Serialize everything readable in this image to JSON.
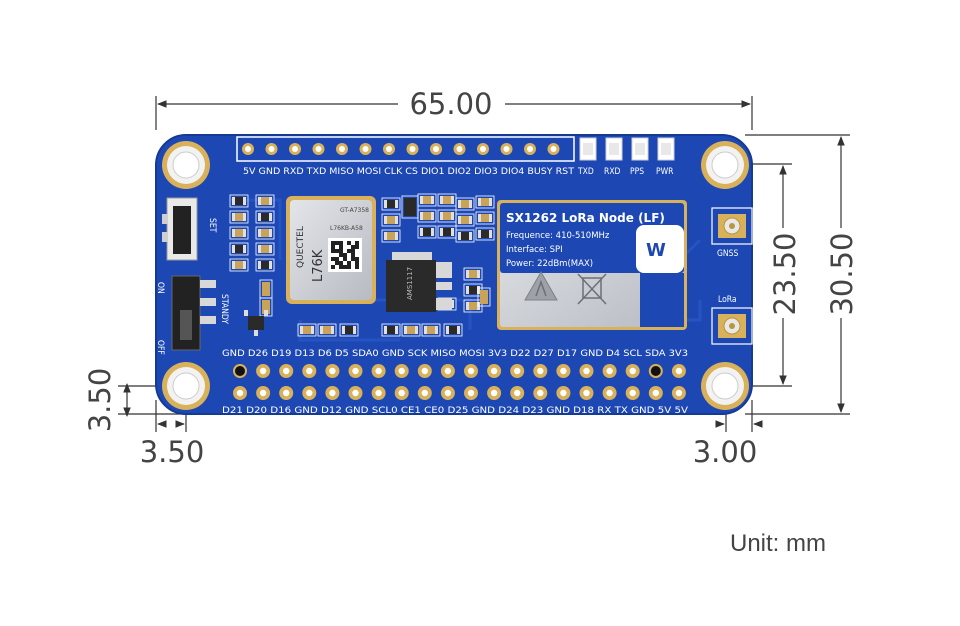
{
  "dimensions": {
    "width": "65.00",
    "height": "30.50",
    "hole_spacing_v": "23.50",
    "hole_offset_x": "3.50",
    "hole_offset_y": "3.50",
    "hole_offset_right": "3.00"
  },
  "unit_label": "Unit: mm",
  "top_header_labels": [
    "5V",
    "GND",
    "RXD",
    "TXD",
    "MISO",
    "MOSI",
    "CLK",
    "CS",
    "DIO1",
    "DIO2",
    "DIO3",
    "DIO4",
    "BUSY",
    "RST"
  ],
  "led_labels": [
    "TXD",
    "RXD",
    "PPS",
    "PWR"
  ],
  "switch_labels": {
    "set": "SET",
    "on": "ON",
    "off": "OFF",
    "standby": "STANDY"
  },
  "gpio_top_labels": [
    "GND",
    "D26",
    "D19",
    "D13",
    "D6",
    "D5",
    "SDA0",
    "GND",
    "SCK",
    "MISO",
    "MOSI",
    "3V3",
    "D22",
    "D27",
    "D17",
    "GND",
    "D4",
    "SCL",
    "SDA",
    "3V3"
  ],
  "gpio_bottom_labels": [
    "D21",
    "D20",
    "D16",
    "GND",
    "D12",
    "GND",
    "SCL0",
    "CE1",
    "CE0",
    "D25",
    "GND",
    "D24",
    "D23",
    "GND",
    "D18",
    "RX",
    "TX",
    "GND",
    "5V",
    "5V"
  ],
  "gnss_module": {
    "brand": "QUECTEL",
    "model": "L76K",
    "code": "L76KB-A58",
    "sub": "GT-A7358"
  },
  "lora_module": {
    "title": "SX1262 LoRa Node (LF)",
    "frequence": "Frequence: 410-510MHz",
    "interface": "Interface: SPI",
    "power": "Power: 22dBm(MAX)"
  },
  "antenna_labels": {
    "gnss": "GNSS",
    "lora": "LoRa"
  },
  "regulator_text": "AMS1117",
  "colors": {
    "pcb": "#1d48b4",
    "pcb_edge": "#153a94",
    "gold": "#d8b15a",
    "shield": "#c9ccd2",
    "dim_line": "#333333"
  }
}
